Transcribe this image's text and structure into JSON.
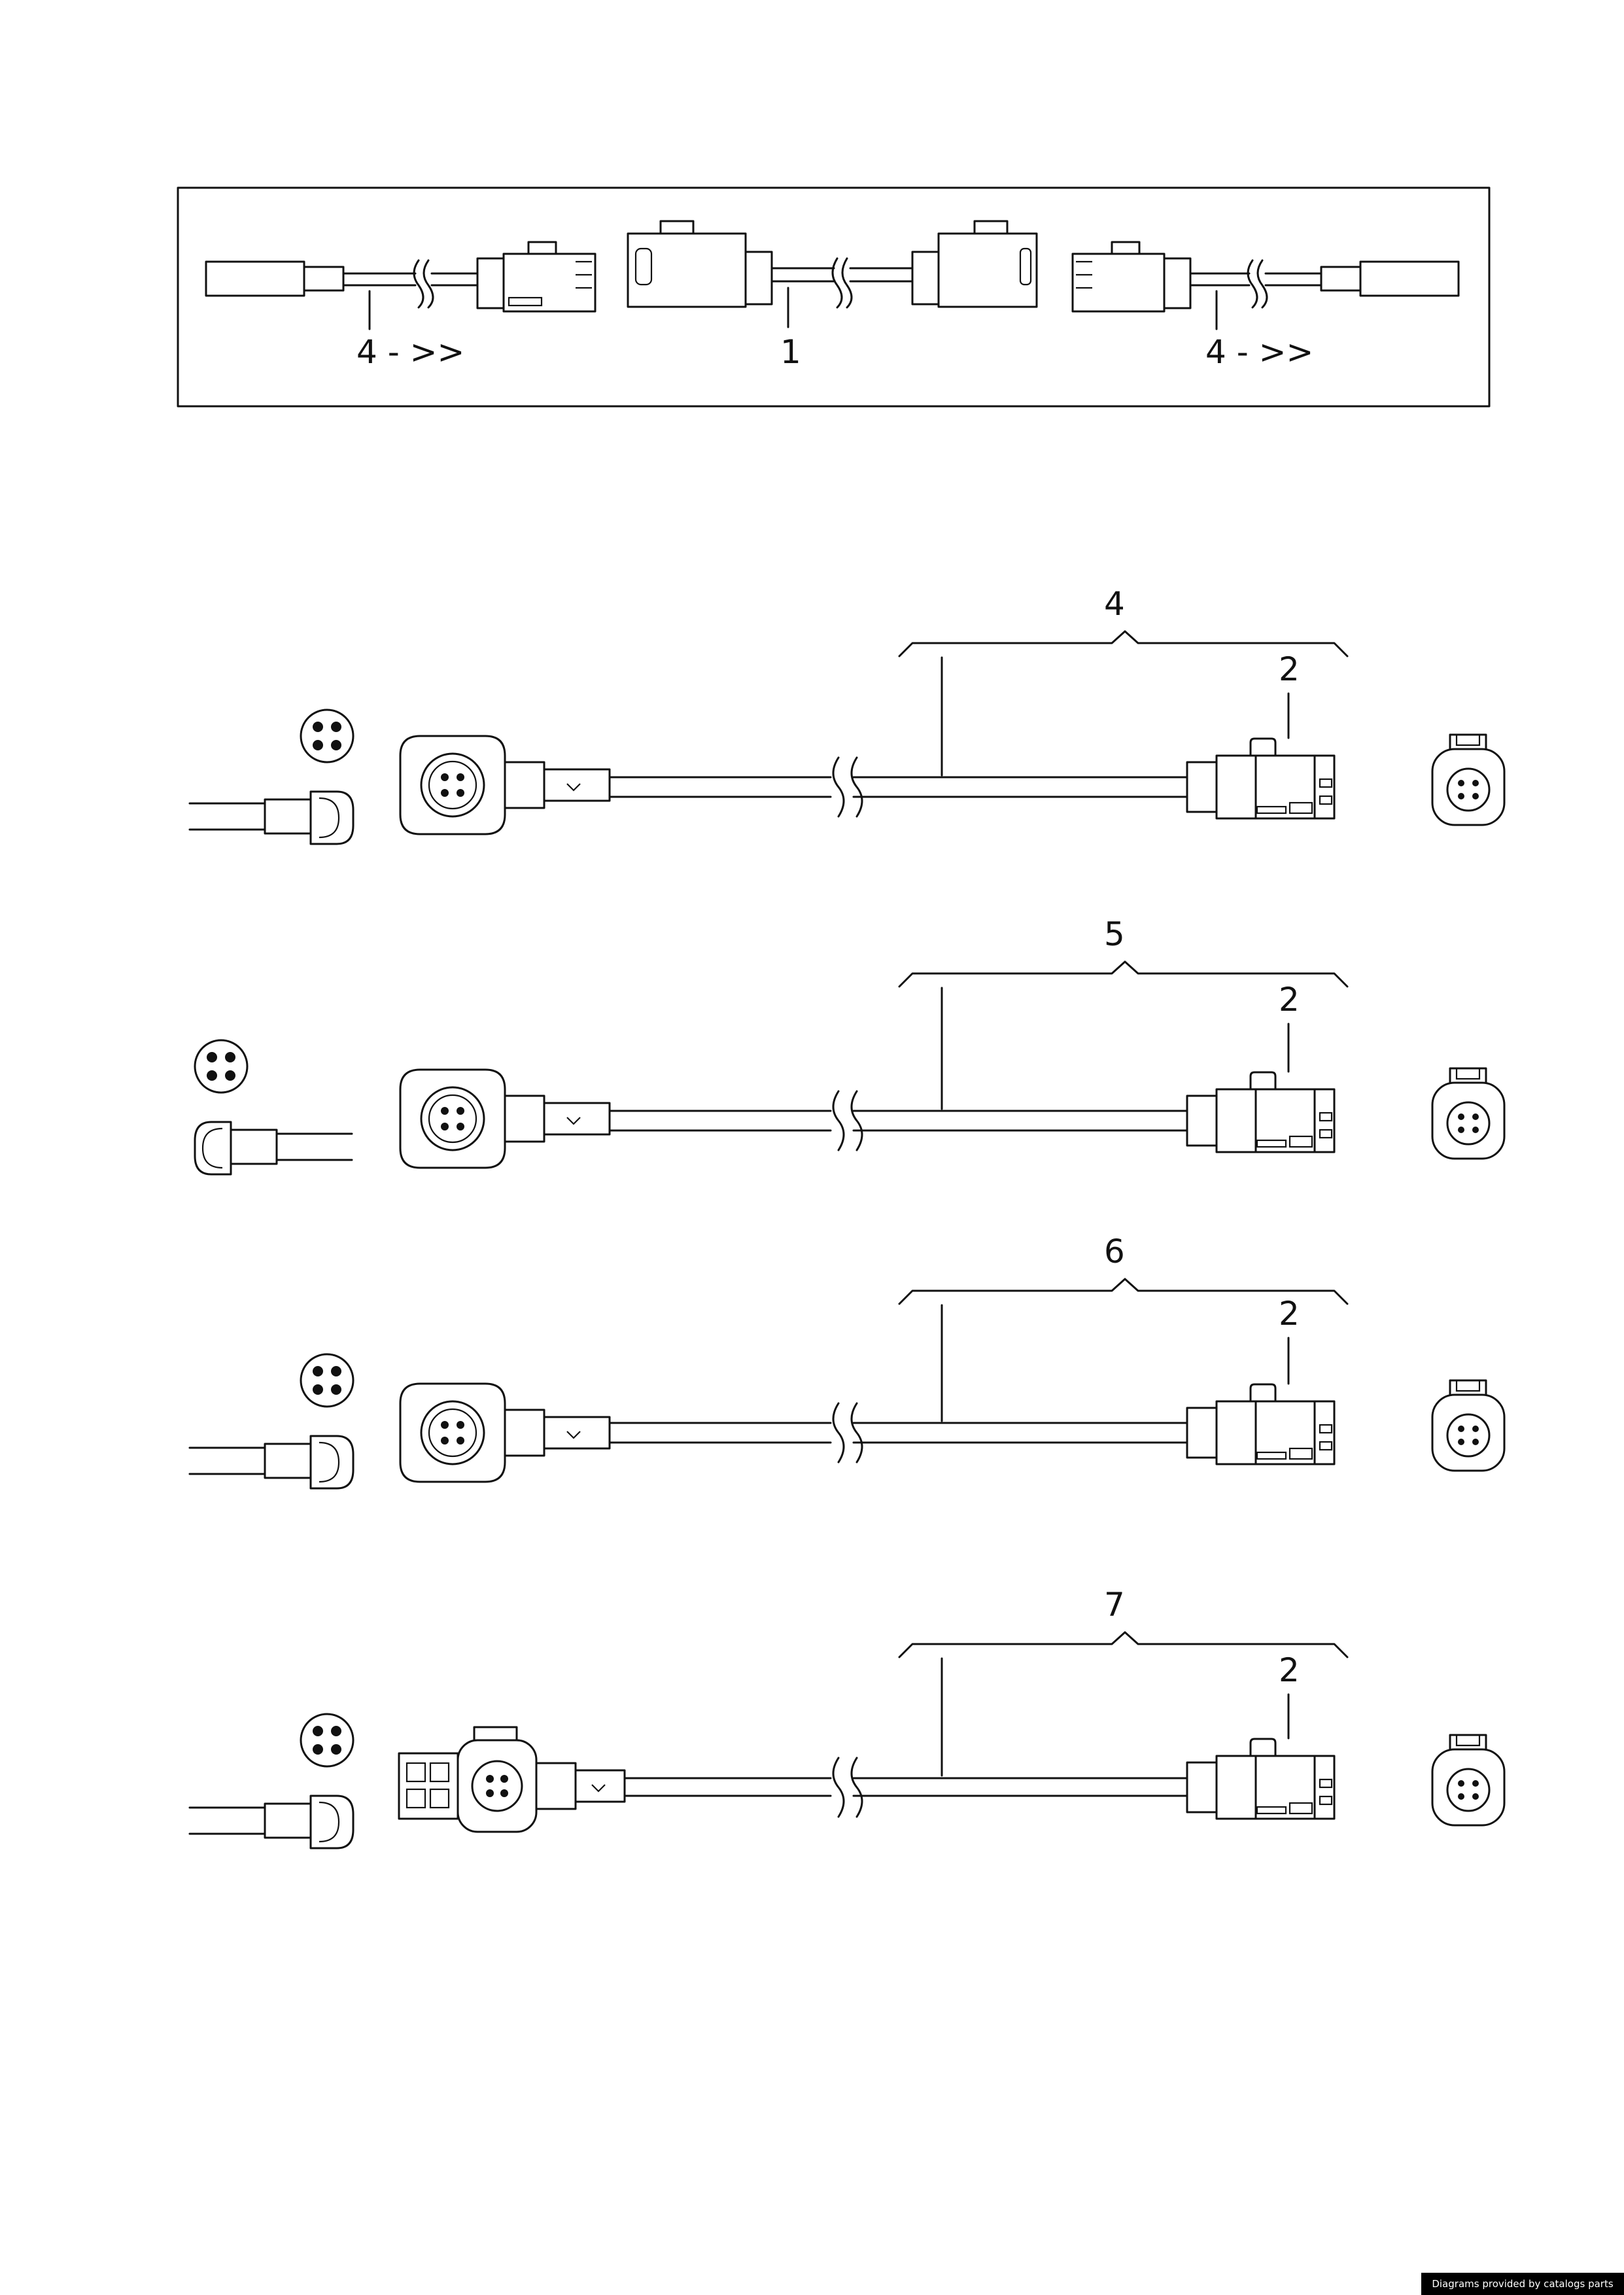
{
  "labels": {
    "top_left": "4 - >>",
    "top_center": "1",
    "top_right": "4 - >>",
    "row1_group": "4",
    "row2_group": "5",
    "row3_group": "6",
    "row4_group": "7",
    "row1_part": "2",
    "row2_part": "2",
    "row3_part": "2",
    "row4_part": "2"
  },
  "credit": "Diagrams provided by catalogs parts"
}
